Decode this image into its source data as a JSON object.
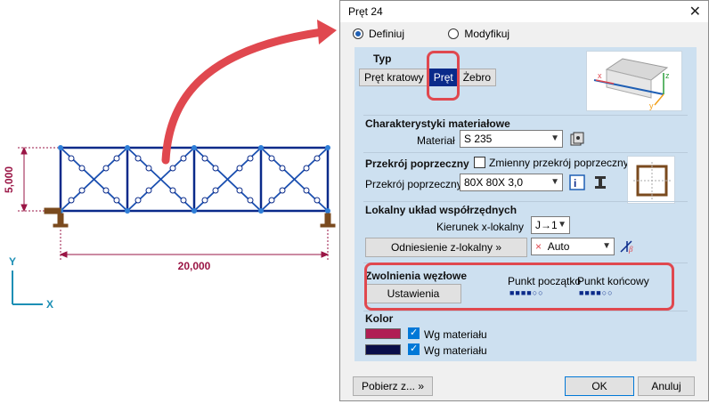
{
  "canvas": {
    "dim_height": "5,000",
    "dim_width": "20,000",
    "axis_y": "Y",
    "axis_x": "X"
  },
  "dialog": {
    "title": "Pręt 24",
    "close": "✕",
    "mode": {
      "define": "Definiuj",
      "modify": "Modyfikuj",
      "selected": "Definiuj"
    },
    "type": {
      "title": "Typ",
      "options": [
        "Pręt kratowy",
        "Pręt",
        "Żebro"
      ],
      "selected": "Pręt",
      "preview_axes": {
        "x": "x",
        "y": "y",
        "z": "z"
      }
    },
    "material": {
      "title": "Charakterystyki materiałowe",
      "label": "Materiał",
      "value": "S 235"
    },
    "section": {
      "title": "Przekrój poprzeczny",
      "variable_label": "Zmienny przekrój poprzeczny",
      "variable_checked": false,
      "label": "Przekrój poprzeczny",
      "value": "80X 80X 3,0"
    },
    "local": {
      "title": "Lokalny układ współrzędnych",
      "x_label": "Kierunek x-lokalny",
      "x_value": "J→1",
      "z_button": "Odniesienie z-lokalny »",
      "z_value": "Auto",
      "z_marker": "×"
    },
    "releases": {
      "title": "Zwolnienia węzłowe",
      "settings_button": "Ustawienia",
      "start_label": "Punkt początko",
      "end_label": "Punkt końcowy"
    },
    "color": {
      "title": "Kolor",
      "rows": [
        {
          "label": "Wg materiału",
          "swatch": "#b01e54",
          "checked": true
        },
        {
          "label": "Wg materiału",
          "swatch": "#0a0e4a",
          "checked": true
        }
      ]
    },
    "footer": {
      "fetch": "Pobierz z... »",
      "ok": "OK",
      "cancel": "Anuluj"
    }
  },
  "colors": {
    "truss": "#0a2a8a",
    "node": "#2f7fd8",
    "dimension": "#9a1545",
    "annotation_red": "#e0484f",
    "axis": "#1c8fb5",
    "panel": "#cde0f0"
  }
}
